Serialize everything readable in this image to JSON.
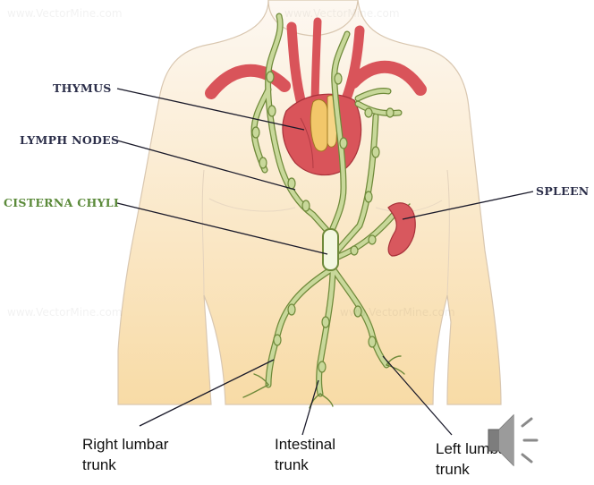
{
  "labels": {
    "thymus": "THYMUS",
    "lymph_nodes": "LYMPH NODES",
    "cisterna_chyli": "CISTERNA CHYLI",
    "spleen": "SPLEEN",
    "right_lumbar_trunk": [
      "Right lumbar",
      "trunk"
    ],
    "intestinal_trunk": [
      "Intestinal",
      "trunk"
    ],
    "left_lumbar_trunk": [
      "Left lumbar",
      "trunk"
    ]
  },
  "watermark": "www.VectorMine.com",
  "colors": {
    "label_navy": "#2c2f4a",
    "label_green": "#5b8a3a",
    "lymph_vessel": "#c8d89a",
    "lymph_outline": "#6f8a3a",
    "heart": "#d9545a",
    "thymus": "#f2c76a",
    "spleen": "#d8585e",
    "skin_top": "#fdf6ee",
    "skin_bottom": "#f8dcaa"
  },
  "icons": [
    "speaker-icon"
  ]
}
